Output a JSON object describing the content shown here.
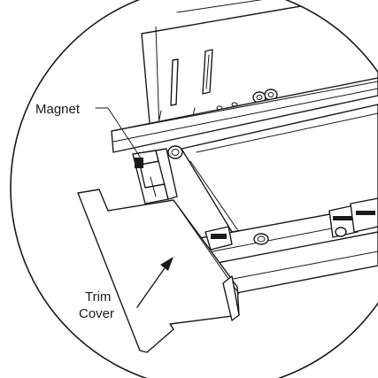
{
  "labels": {
    "magnet": "Magnet",
    "trim_line1": "Trim",
    "trim_line2": "Cover"
  }
}
